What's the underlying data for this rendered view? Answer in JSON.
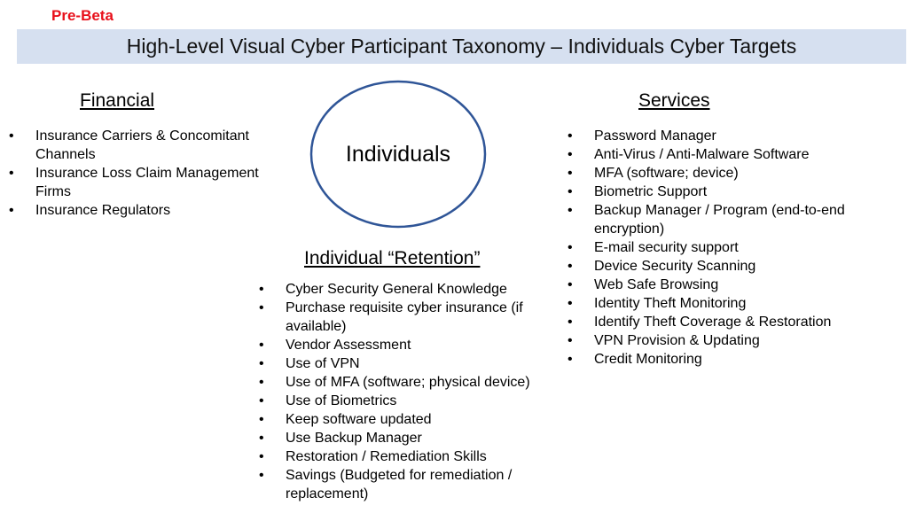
{
  "badge": "Pre-Beta",
  "title": "High-Level Visual Cyber Participant Taxonomy – Individuals Cyber Targets",
  "center": {
    "label": "Individuals",
    "stroke_color": "#2f5597"
  },
  "financial": {
    "heading": "Financial",
    "items": [
      "Insurance Carriers & Concomitant Channels",
      "Insurance Loss Claim Management Firms",
      "Insurance Regulators"
    ]
  },
  "services": {
    "heading": "Services",
    "items": [
      "Password Manager",
      "Anti-Virus / Anti-Malware Software",
      "MFA (software; device)",
      "Biometric Support",
      "Backup Manager / Program (end-to-end encryption)",
      "E-mail security support",
      "Device Security Scanning",
      "Web Safe Browsing",
      "Identity Theft Monitoring",
      "Identify Theft Coverage & Restoration",
      "VPN Provision & Updating",
      "Credit Monitoring"
    ]
  },
  "retention": {
    "heading": "Individual “Retention”",
    "items": [
      "Cyber Security General Knowledge",
      "Purchase requisite cyber insurance (if available)",
      "Vendor Assessment",
      "Use of VPN",
      "Use of MFA (software; physical device)",
      "Use of Biometrics",
      "Keep software updated",
      "Use Backup Manager",
      "Restoration / Remediation Skills",
      "Savings (Budgeted for remediation / replacement)"
    ]
  }
}
